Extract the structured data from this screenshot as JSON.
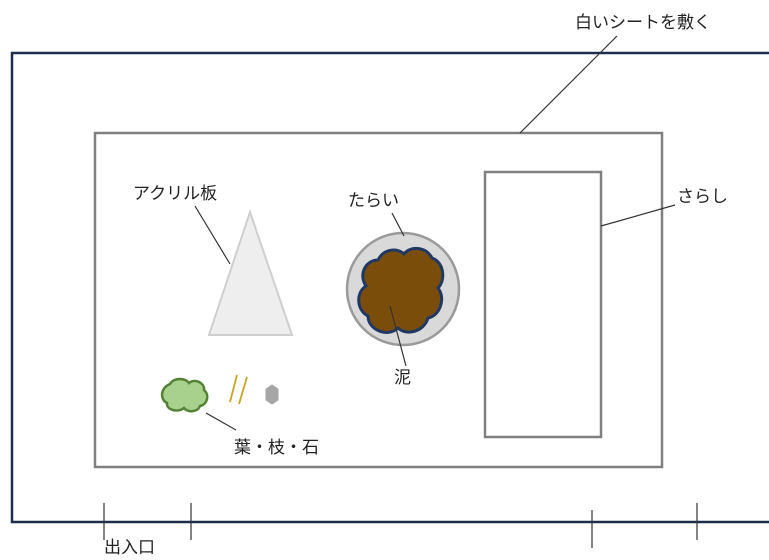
{
  "labels": {
    "white_sheet": "白いシートを敷く",
    "acrylic_plate": "アクリル板",
    "tarai": "たらい",
    "sarashi": "さらし",
    "mud": "泥",
    "leaves_twigs_stones": "葉・枝・石",
    "entrance": "出入口"
  },
  "colors": {
    "room_border": "#1f2d4d",
    "sheet_border": "#808080",
    "acrylic_fill": "#eeeeee",
    "acrylic_stroke": "#cfcfcf",
    "tarai_fill": "#d9d9d9",
    "tarai_stroke": "#9a9a9a",
    "mud_fill": "#7a4e0a",
    "mud_stroke": "#1f3864",
    "leaves_fill": "#a9d18e",
    "leaves_stroke": "#548235",
    "twig_color": "#c9a227",
    "stone_color": "#a6a6a6",
    "leader_line": "#333333"
  }
}
